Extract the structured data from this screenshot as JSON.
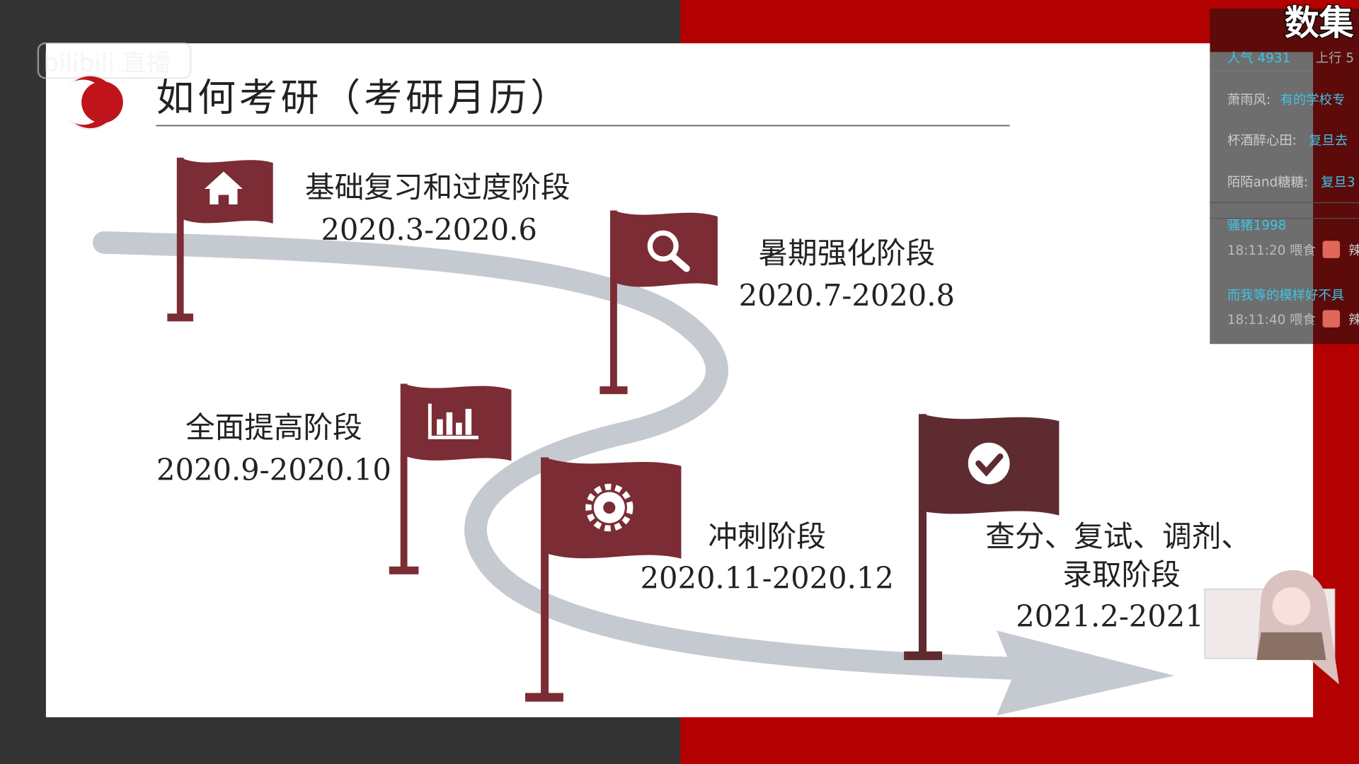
{
  "watermark": "bilibili 直播",
  "slide": {
    "title": "如何考研（考研月历）",
    "stages": [
      {
        "icon": "house-icon",
        "name": "基础复习和过度阶段",
        "period": "2020.3-2020.6"
      },
      {
        "icon": "search-icon",
        "name": "暑期强化阶段",
        "period": "2020.7-2020.8"
      },
      {
        "icon": "bar-chart-icon",
        "name": "全面提高阶段",
        "period": "2020.9-2020.10"
      },
      {
        "icon": "gear-icon",
        "name": "冲刺阶段",
        "period": "2020.11-2020.12"
      },
      {
        "icon": "check-icon",
        "name_line1": "查分、复试、调剂、",
        "name_line2": "录取阶段",
        "period": "2021.2-2021."
      }
    ]
  },
  "overlay": {
    "corner_text": "数集",
    "popularity": "人气 4931",
    "upstream": "上行 5",
    "messages": [
      {
        "user": "萧雨风:",
        "text": "有的学校专"
      },
      {
        "user": "杯酒醉心田:",
        "text": "复旦去"
      },
      {
        "user": "陌陌and糖糖:",
        "text": "复旦3"
      }
    ],
    "gifts": [
      {
        "user": "骚猪1998",
        "time": "18:11:20 喂食",
        "item": "辣"
      },
      {
        "user": "而我等的模样好不具",
        "time": "18:11:40 喂食",
        "item": "辣"
      }
    ]
  },
  "colors": {
    "flag": "#7b2c34",
    "road": "#c5c9d0",
    "red": "#b30000",
    "accent": "#3ec4e6"
  }
}
